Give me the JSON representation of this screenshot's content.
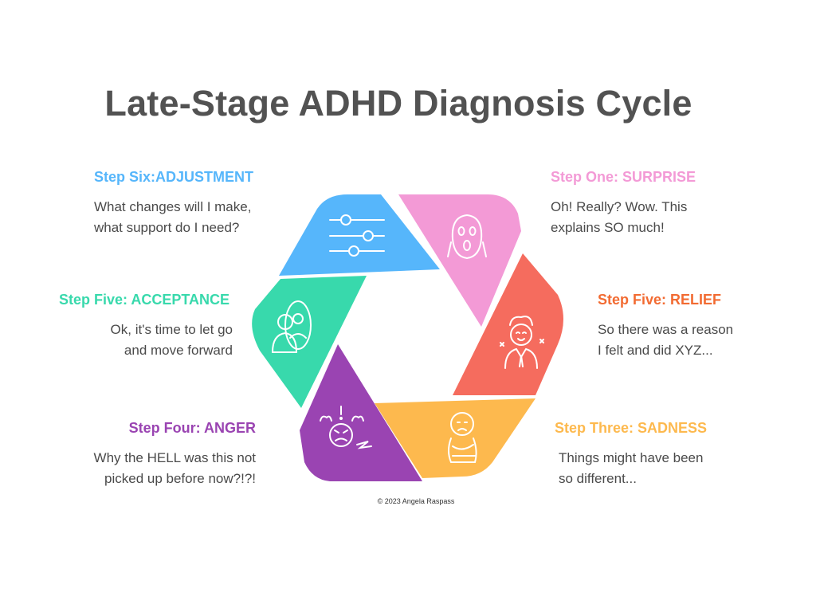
{
  "title": "Late-Stage ADHD Diagnosis Cycle",
  "footer": "© 2023 Angela Raspass",
  "steps": [
    {
      "head": "Step One: SURPRISE",
      "line1": "Oh! Really? Wow. This",
      "line2": "explains SO much!",
      "color": "#f39ad6",
      "icon": "shocked-face-icon"
    },
    {
      "head": "Step Five: RELIEF",
      "line1": "So there was a reason",
      "line2": "I felt and did XYZ...",
      "color": "#f56c5e",
      "icon": "relieved-person-icon"
    },
    {
      "head": "Step Three: SADNESS",
      "line1": "Things might have been",
      "line2": "so different...",
      "color": "#fdb94e",
      "icon": "sad-hugging-knees-icon"
    },
    {
      "head": "Step Four: ANGER",
      "line1": "Why the HELL was this not",
      "line2": "picked up before now?!?!",
      "color": "#9a44b2",
      "icon": "angry-face-icon"
    },
    {
      "head": "Step Five: ACCEPTANCE",
      "line1": "Ok, it's time to let go",
      "line2": "and move forward",
      "color": "#38d9ac",
      "icon": "person-mirror-icon"
    },
    {
      "head": "Step Six:ADJUSTMENT",
      "line1": "What changes will I make,",
      "line2": "what support do I need?",
      "color": "#56b6fb",
      "icon": "sliders-icon"
    }
  ]
}
